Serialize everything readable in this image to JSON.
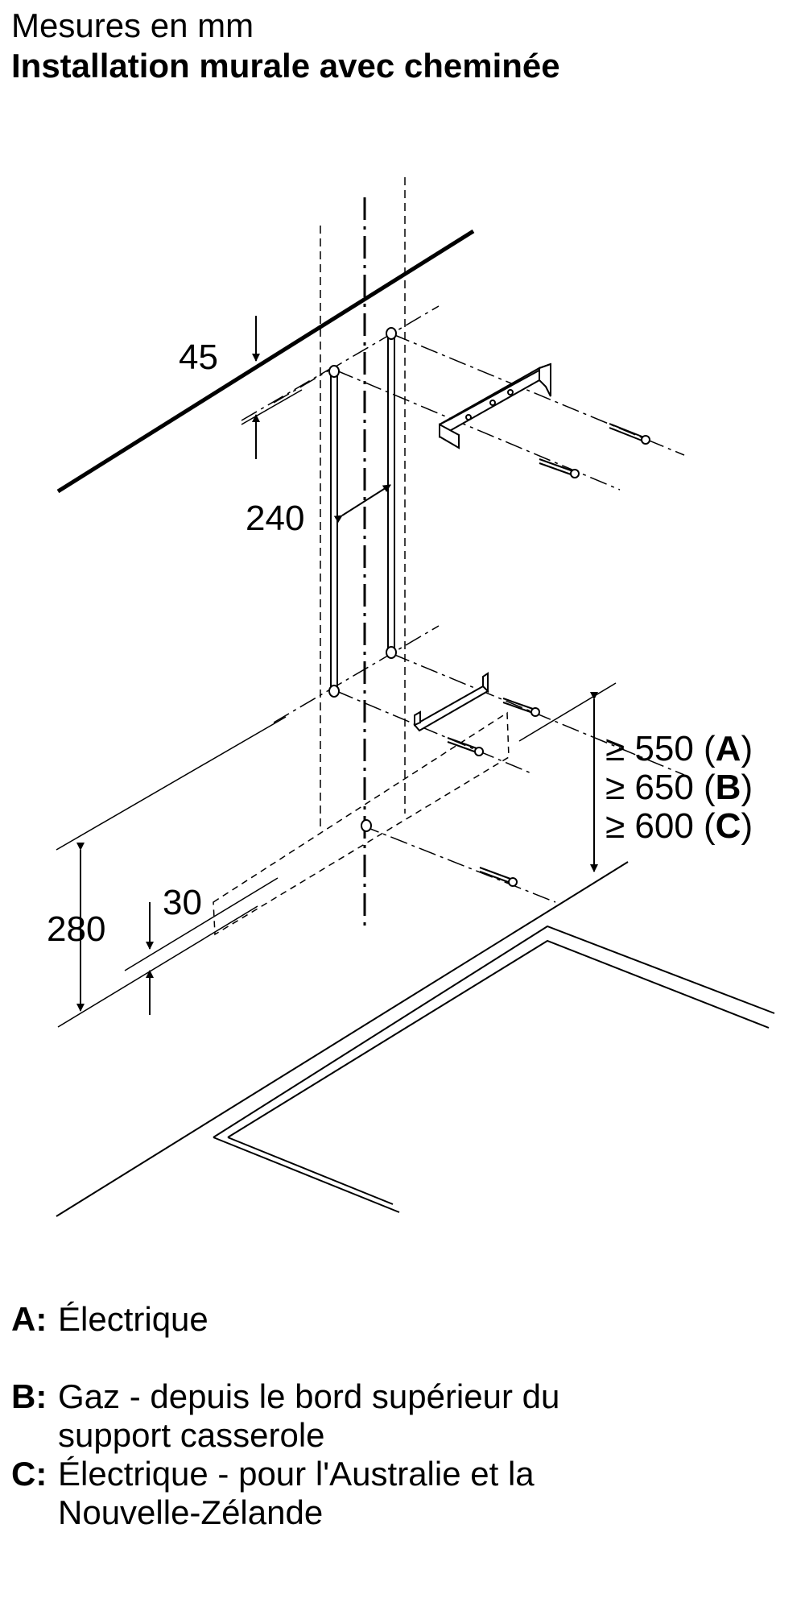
{
  "header": {
    "subtitle": "Mesures en mm",
    "title": "Installation murale avec cheminée"
  },
  "dimensions": {
    "d45": "45",
    "d240": "240",
    "d30": "30",
    "d280": "280",
    "clearance": [
      {
        "prefix": "≥ 550 (",
        "key": "A",
        "suffix": ")"
      },
      {
        "prefix": "≥ 650 (",
        "key": "B",
        "suffix": ")"
      },
      {
        "prefix": "≥ 600 (",
        "key": "C",
        "suffix": ")"
      }
    ]
  },
  "legend": [
    {
      "key": "A:",
      "text": "Électrique"
    },
    {
      "key": "B:",
      "text": "Gaz - depuis le bord supérieur du support casserole"
    },
    {
      "key": "C:",
      "text": "Électrique - pour l'Australie et la Nouvelle-Zélande"
    }
  ],
  "colors": {
    "ink": "#000000",
    "background": "#ffffff"
  }
}
